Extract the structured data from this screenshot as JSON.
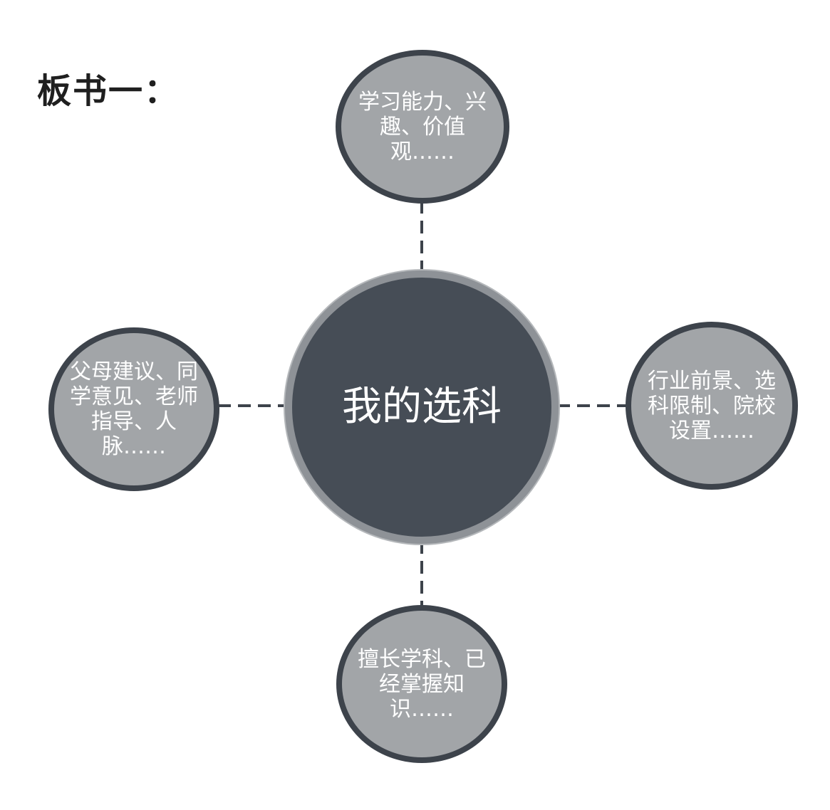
{
  "heading": "板书一：",
  "center": {
    "label": "我的选科"
  },
  "nodes": {
    "top": {
      "label": "学习能力、兴趣、价值观……"
    },
    "left": {
      "label": "父母建议、同学意见、老师指导、人脉……"
    },
    "right": {
      "label": "行业前景、选科限制、院校设置……"
    },
    "bottom": {
      "label": "擅长学科、已经掌握知识……"
    }
  },
  "colors": {
    "center_fill": "#464d56",
    "center_ring": "#8e9297",
    "node_fill": "#a2a5a8",
    "node_border": "#3d434b",
    "connector": "#3d434b",
    "text": "#ffffff",
    "heading": "#1f1f1f"
  }
}
